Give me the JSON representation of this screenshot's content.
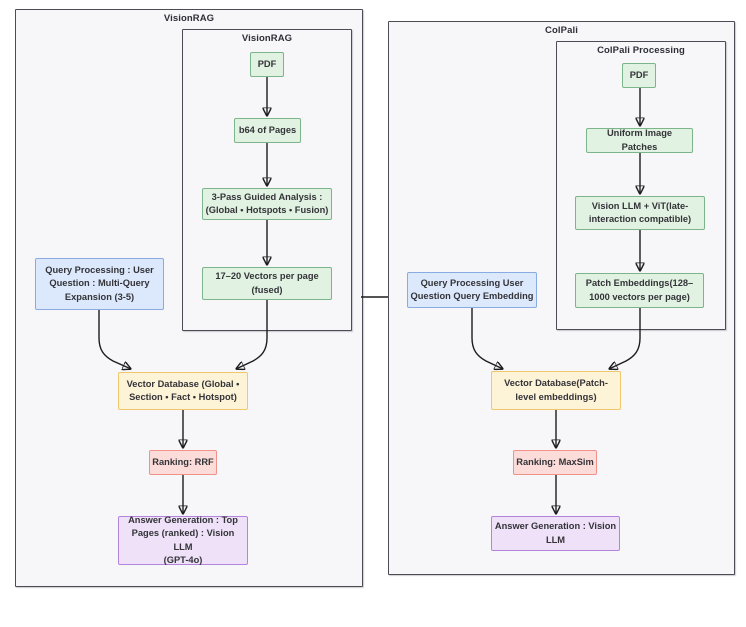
{
  "diagram": {
    "left": {
      "outer_title": "VisionRAG",
      "inner_title": "VisionRAG",
      "nodes": {
        "pdf": [
          "PDF"
        ],
        "b64": [
          "b64 of Pages"
        ],
        "analysis": [
          "3-Pass Guided Analysis :",
          "(Global • Hotspots • Fusion)"
        ],
        "vectors": [
          "17–20 Vectors per page",
          "(fused)"
        ],
        "query": [
          "Query Processing : User",
          "Question : Multi-Query",
          "Expansion (3-5)"
        ],
        "vectordb": [
          "Vector Database (Global •",
          "Section • Fact • Hotspot)"
        ],
        "ranking": [
          "Ranking: RRF"
        ],
        "answer": [
          "Answer Generation : Top",
          "Pages (ranked) : Vision LLM",
          "(GPT-4o)"
        ]
      }
    },
    "right": {
      "outer_title": "ColPali",
      "inner_title": "ColPali Processing",
      "nodes": {
        "pdf": [
          "PDF"
        ],
        "patches": [
          "Uniform Image Patches"
        ],
        "visionllm": [
          "Vision LLM + ViT(late-",
          "interaction compatible)"
        ],
        "patchemb": [
          "Patch Embeddings(128–",
          "1000 vectors per page)"
        ],
        "query": [
          "Query Processing User",
          "Question Query Embedding"
        ],
        "vectordb": [
          "Vector Database(Patch-",
          "level embeddings)"
        ],
        "ranking": [
          "Ranking: MaxSim"
        ],
        "answer": [
          "Answer Generation : Vision",
          "LLM"
        ]
      }
    },
    "colors": {
      "cluster_fill": "#f7f7fa",
      "cluster_border": "#4c4c56",
      "process_green_fill": "#e1f2e2",
      "process_green_border": "#7cb589",
      "query_blue_fill": "#dce9fc",
      "query_blue_border": "#88abe0",
      "database_yellow_fill": "#fdf3d7",
      "database_yellow_border": "#f0c76d",
      "ranking_red_fill": "#fcdcd9",
      "ranking_red_border": "#f0918a",
      "answer_purple_fill": "#eee1f8",
      "answer_purple_border": "#b384de",
      "edge": "#1d1d1d"
    }
  }
}
